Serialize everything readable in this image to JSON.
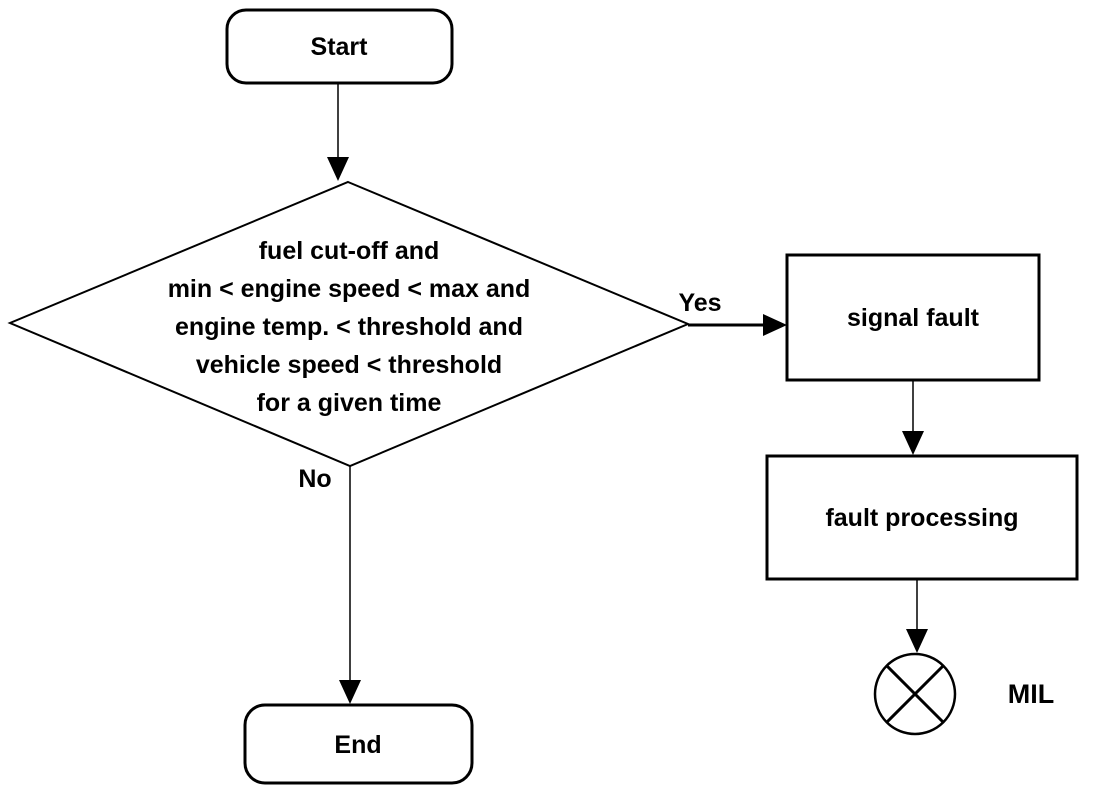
{
  "diagram": {
    "background_color": "#ffffff",
    "line_color": "#000000",
    "nodes": {
      "start": {
        "label": "Start"
      },
      "decision": {
        "lines": [
          "fuel cut-off and",
          "min < engine speed < max and",
          "engine temp. < threshold and",
          "vehicle speed < threshold",
          "for a given time"
        ]
      },
      "signal_fault": {
        "label": "signal fault"
      },
      "fault_processing": {
        "label": "fault processing"
      },
      "end": {
        "label": "End"
      },
      "mil": {
        "label": "MIL"
      }
    },
    "edges": {
      "yes_label": "Yes",
      "no_label": "No"
    }
  }
}
